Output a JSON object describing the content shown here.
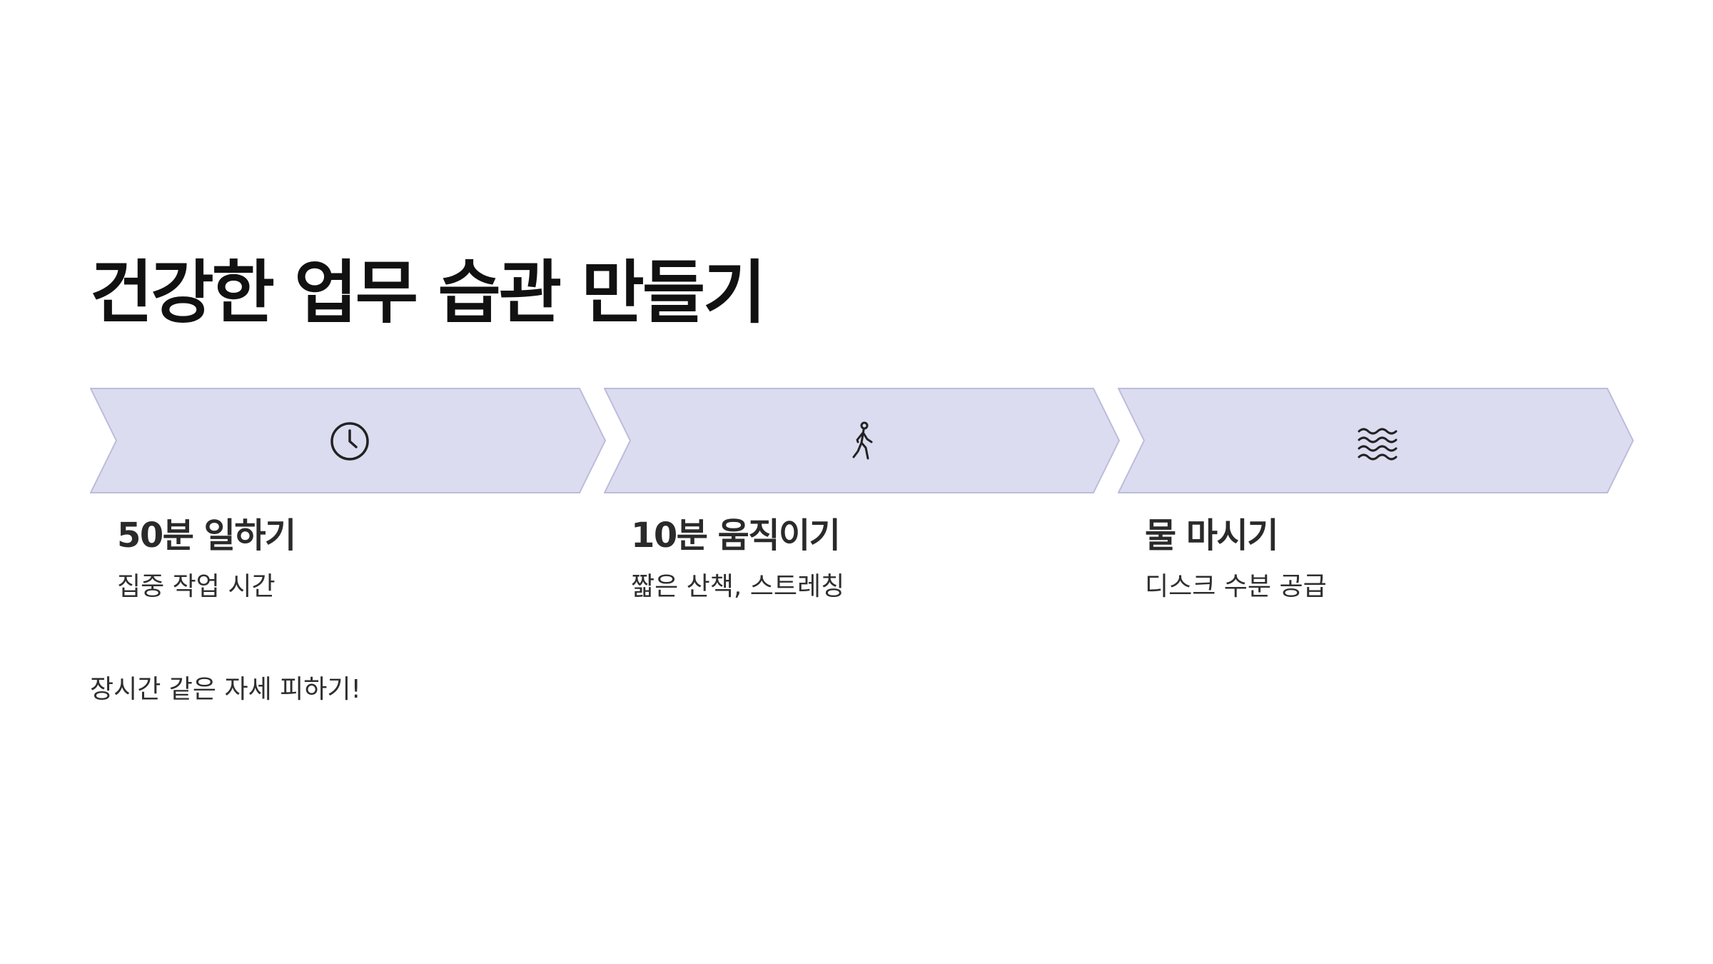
{
  "title": "건강한 업무 습관 만들기",
  "steps": [
    {
      "icon": "clock-icon",
      "title": "50분 일하기",
      "description": "집중 작업 시간"
    },
    {
      "icon": "walking-person-icon",
      "title": "10분 움직이기",
      "description": "짧은 산책, 스트레칭"
    },
    {
      "icon": "water-waves-icon",
      "title": "물 마시기",
      "description": "디스크 수분 공급"
    }
  ],
  "footnote": "장시간 같은 자세 피하기!",
  "colors": {
    "chevron_fill": "#dcdcf0",
    "chevron_stroke": "#bcbcdc",
    "icon": "#222222"
  }
}
